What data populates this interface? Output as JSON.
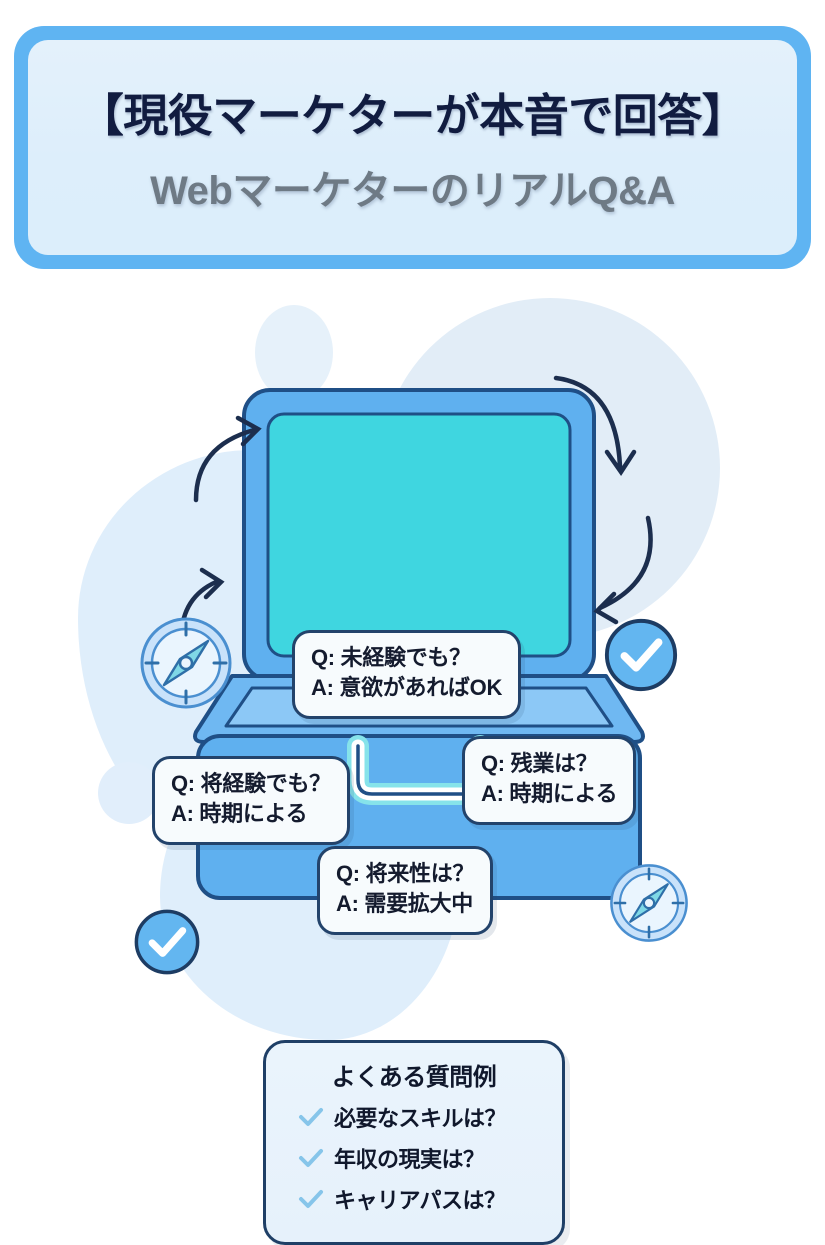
{
  "header": {
    "title": "【現役マーケターが本音で回答】",
    "subtitle": "WebマーケターのリアルQ&A",
    "band_color": "#5fb4f2",
    "panel_color": "#dceefb",
    "title_color": "#111c40",
    "subtitle_color": "#6e7a85"
  },
  "illustration": {
    "object_name": "briefcase-laptop",
    "screen_color": "#3fd6e0",
    "frame_color": "#5fb0ef",
    "body_color": "#5fb0ef",
    "outline_color": "#1f4f86",
    "handle_color": "#ffffff",
    "blob_color": "#dfeefb"
  },
  "bubbles": [
    {
      "id": "bubble-1",
      "question": "Q: 未経験でも？",
      "answer": "A: 意欲があればOK"
    },
    {
      "id": "bubble-2",
      "question": "Q: 残業は？",
      "answer": "A: 時期による"
    },
    {
      "id": "bubble-3",
      "question": "Q: 将経験でも？",
      "answer": "A: 時期による"
    },
    {
      "id": "bubble-4",
      "question": "Q: 将来性は？",
      "answer": "A: 需要拡大中"
    }
  ],
  "decorations": [
    {
      "id": "compass-1",
      "icon": "compass-icon"
    },
    {
      "id": "compass-2",
      "icon": "compass-icon"
    },
    {
      "id": "check-1",
      "icon": "check-circle-icon"
    },
    {
      "id": "check-2",
      "icon": "check-circle-icon"
    },
    {
      "id": "arrow-up-left",
      "icon": "curved-arrow-icon"
    },
    {
      "id": "arrow-down-right",
      "icon": "curved-arrow-icon"
    },
    {
      "id": "arrow-up-left-2",
      "icon": "curved-arrow-icon"
    },
    {
      "id": "arrow-down-in",
      "icon": "curved-arrow-icon"
    }
  ],
  "faq_card": {
    "title": "よくある質問例",
    "check_color": "#86c5ea",
    "items": [
      {
        "label": "必要なスキルは？"
      },
      {
        "label": "年収の現実は？"
      },
      {
        "label": "キャリアパスは？"
      }
    ]
  }
}
